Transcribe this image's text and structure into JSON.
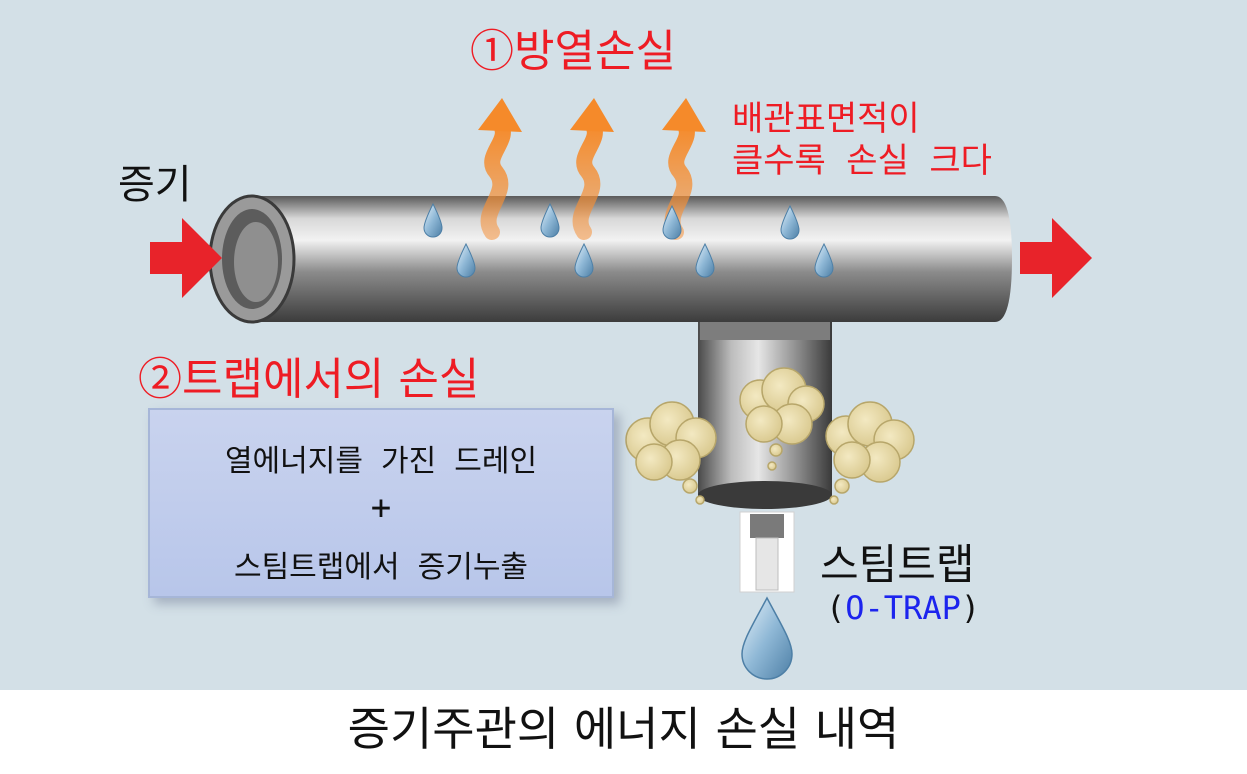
{
  "heat_loss": {
    "title": "①방열손실",
    "note_line1": "배관표면적이",
    "note_line2": "클수록 손실 크다"
  },
  "steam_label": "증기",
  "trap_loss": {
    "title": "②트랩에서의 손실",
    "box_line1": "열에너지를 가진 드레인",
    "box_plus": "+",
    "box_line2": "스팀트랩에서 증기누출"
  },
  "steam_trap": {
    "label": "스팀트랩",
    "paren_open": "(",
    "model": "O-TRAP",
    "paren_close": ")"
  },
  "caption": "증기주관의 에너지 손실 내역",
  "colors": {
    "background": "#d3e0e7",
    "loss_text": "#ee1c24",
    "flow_arrow": "#e8232a",
    "heat_wave": "#f5913a",
    "model_text": "#1c24ee",
    "condensate_drop": "#8fb8d6"
  }
}
